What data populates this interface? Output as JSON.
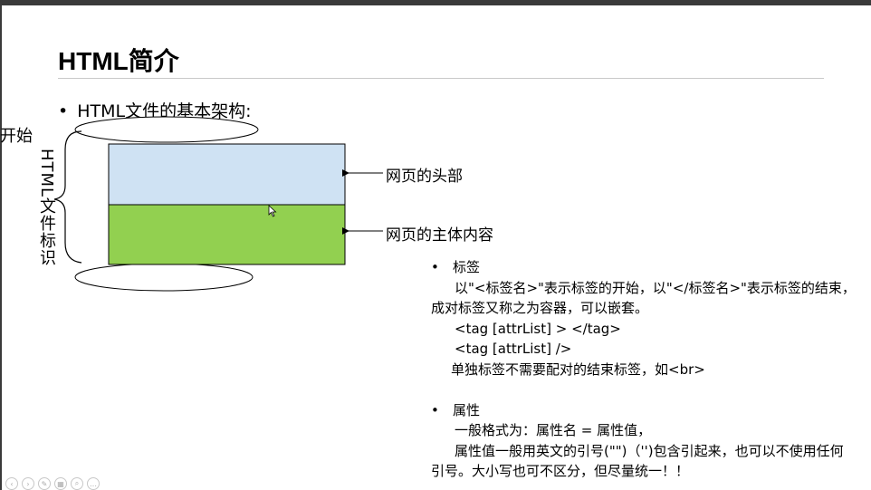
{
  "slide": {
    "title": "HTML简介",
    "bullet": "HTML文件的基本架构:",
    "bullet_marker": "•"
  },
  "diagram": {
    "start_label": "开始",
    "vertical_label": "HTML文件标识",
    "head_label": "网页的头部",
    "body_label": "网页的主体内容",
    "head_color": "#cfe2f3",
    "body_color": "#92d050"
  },
  "notes": {
    "tags_heading": "标签",
    "tags_desc": "以\"<标签名>\"表示标签的开始，以\"</标签名>\"表示标签的结束，成对标签又称之为容器，可以嵌套。",
    "tags_example1": "<tag [attrList]  >  </tag>",
    "tags_example2": "<tag [attrList]  />",
    "tags_single": "单独标签不需要配对的结束标签，如<br>",
    "attr_heading": "属性",
    "attr_format": "一般格式为：属性名 = 属性值，",
    "attr_desc": "属性值一般用英文的引号(\"\")（'')包含引起来，也可以不使用任何引号。大小写也可不区分，但尽量统一！！"
  },
  "controls": {
    "icons": [
      "prev-icon",
      "next-icon",
      "pen-icon",
      "slides-icon",
      "zoom-icon",
      "more-icon"
    ]
  }
}
